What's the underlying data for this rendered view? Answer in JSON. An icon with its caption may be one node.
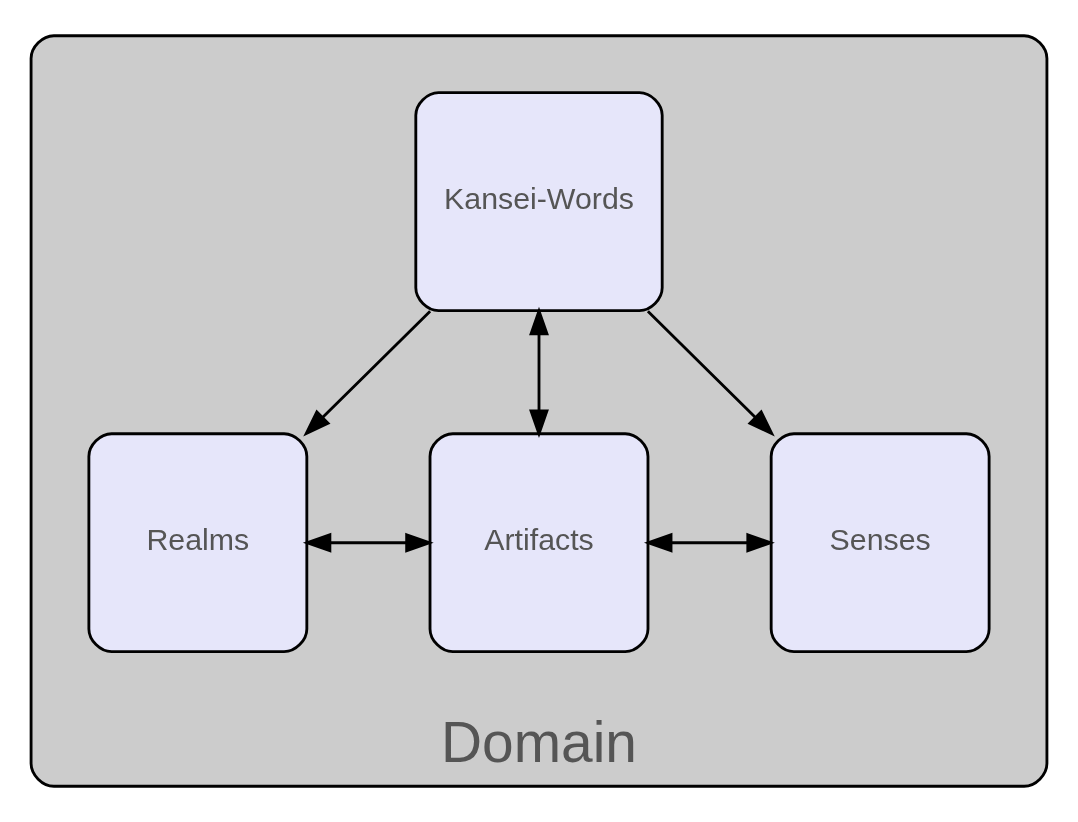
{
  "diagram": {
    "nodes": [
      {
        "text": [
          "Domain"
        ]
      },
      {
        "text": [
          "Kansei-Words"
        ],
        "in": 0
      },
      {
        "text": [
          "Realms"
        ],
        "in": 0
      },
      {
        "text": [
          "Artifacts"
        ],
        "in": 0
      },
      {
        "text": [
          "Senses"
        ],
        "in": 0
      }
    ],
    "edges": [
      {
        "from": 1,
        "to": 3,
        "arrow": "both"
      },
      {
        "from": 1,
        "to": 2,
        "arrow": "to"
      },
      {
        "from": 1,
        "to": 4,
        "arrow": "to"
      },
      {
        "from": 2,
        "to": 3,
        "arrow": "both"
      },
      {
        "from": 3,
        "to": 4,
        "arrow": "both"
      }
    ]
  }
}
